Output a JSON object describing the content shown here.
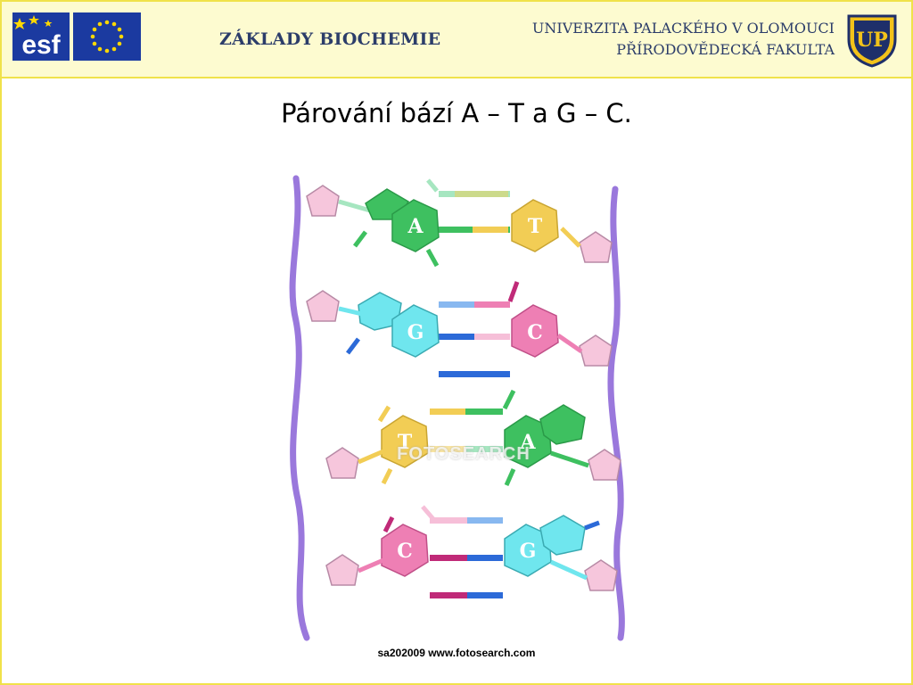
{
  "header": {
    "esf_logo_text": "esf",
    "course_title": "ZÁKLADY BIOCHEMIE",
    "university_line1": "UNIVERZITA PALACKÉHO V OLOMOUCI",
    "university_line2": "PŘÍRODOVĚDECKÁ FAKULTA",
    "university_logo_text": "UP"
  },
  "slide": {
    "title": "Párování bází A – T a G – C."
  },
  "diagram": {
    "base_pairs": [
      {
        "left": "A",
        "right": "T"
      },
      {
        "left": "G",
        "right": "C"
      },
      {
        "left": "T",
        "right": "A"
      },
      {
        "left": "C",
        "right": "G"
      }
    ],
    "watermark": "FOTOSEARCH"
  },
  "caption": "sa202009  www.fotosearch.com",
  "colors": {
    "adenine": "#3ec060",
    "thymine": "#f2cd55",
    "guanine": "#6fe6ee",
    "cytosine": "#ee7fb4",
    "backbone": "#9a78dc",
    "sugar": "#f6c6dc",
    "frame": "#f0e24a",
    "header_bg": "#fdfbd0"
  }
}
